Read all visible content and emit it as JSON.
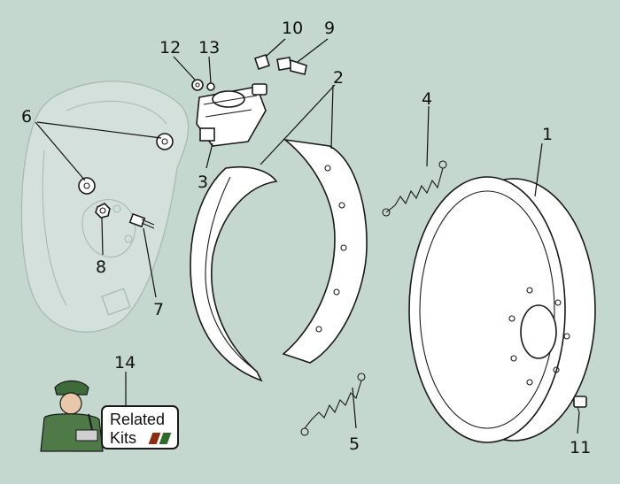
{
  "callouts": [
    {
      "id": "1",
      "label": "1"
    },
    {
      "id": "2",
      "label": "2"
    },
    {
      "id": "3",
      "label": "3"
    },
    {
      "id": "4",
      "label": "4"
    },
    {
      "id": "5",
      "label": "5"
    },
    {
      "id": "6",
      "label": "6"
    },
    {
      "id": "7",
      "label": "7"
    },
    {
      "id": "8",
      "label": "8"
    },
    {
      "id": "9",
      "label": "9"
    },
    {
      "id": "10",
      "label": "10"
    },
    {
      "id": "11",
      "label": "11"
    },
    {
      "id": "12",
      "label": "12"
    },
    {
      "id": "13",
      "label": "13"
    },
    {
      "id": "14",
      "label": "14"
    }
  ],
  "related_kits": {
    "line1": "Related",
    "line2": "Kits",
    "stripe_colors": [
      "#8b2b10",
      "#2f6a2a"
    ]
  },
  "colors": {
    "background": "#c5d8d0",
    "ink": "#1a1a1a",
    "ghost": "#a9b9b3"
  }
}
